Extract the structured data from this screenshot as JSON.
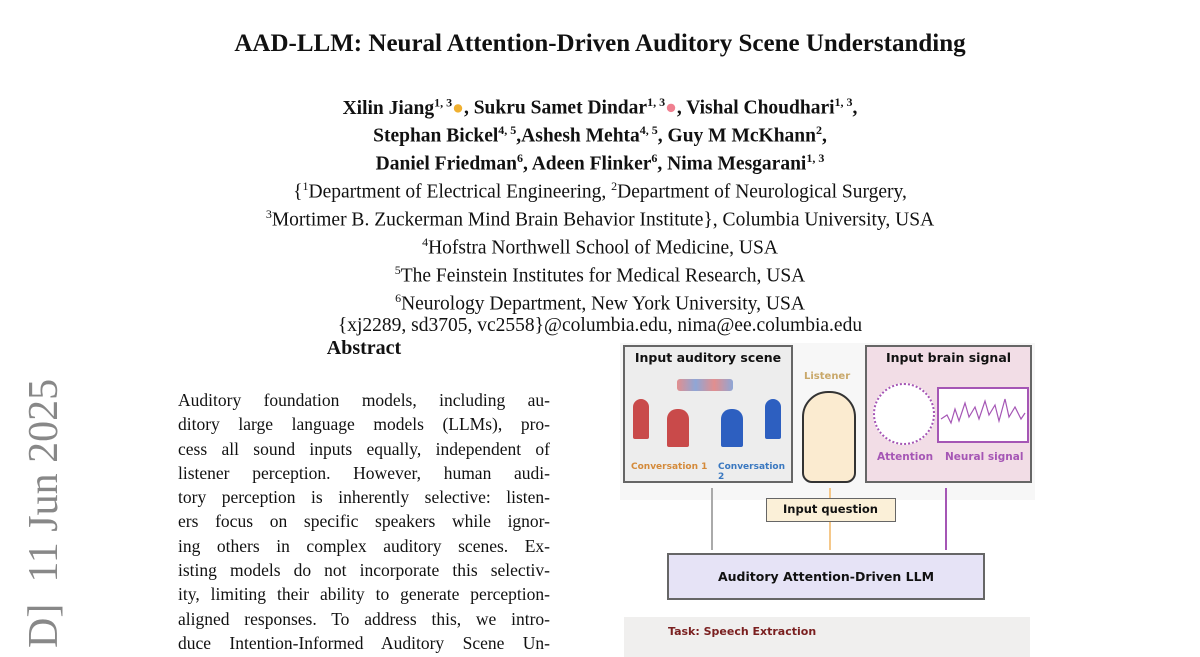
{
  "title": "AAD-LLM: Neural Attention-Driven Auditory Scene Understanding",
  "authors": {
    "line1": [
      {
        "name": "Xilin Jiang",
        "sup": "1, 3"
      },
      {
        "name": ", Sukru Samet Dindar",
        "sup": "1, 3"
      },
      {
        "name": ", Vishal Choudhari",
        "sup": "1, 3"
      },
      {
        "name": ",",
        "sup": ""
      }
    ],
    "line2": [
      {
        "name": "Stephan Bickel",
        "sup": "4, 5"
      },
      {
        "name": ",Ashesh Mehta",
        "sup": "4, 5"
      },
      {
        "name": ", Guy M McKhann",
        "sup": "2"
      },
      {
        "name": ",",
        "sup": ""
      }
    ],
    "line3": [
      {
        "name": "Daniel Friedman",
        "sup": "6"
      },
      {
        "name": ", Adeen Flinker",
        "sup": "6"
      },
      {
        "name": ", Nima Mesgarani",
        "sup": "1, 3"
      }
    ]
  },
  "affiliations": [
    {
      "pre": "{",
      "sup": "1",
      "text": "Department of Electrical Engineering, ",
      "sup2": "2",
      "text2": "Department of Neurological Surgery,"
    },
    {
      "pre": "",
      "sup": "3",
      "text": "Mortimer B. Zuckerman Mind Brain Behavior Institute}, Columbia University, USA",
      "sup2": "",
      "text2": ""
    },
    {
      "pre": "",
      "sup": "4",
      "text": "Hofstra Northwell School of Medicine, USA",
      "sup2": "",
      "text2": ""
    },
    {
      "pre": "",
      "sup": "5",
      "text": "The Feinstein Institutes for Medical Research, USA",
      "sup2": "",
      "text2": ""
    },
    {
      "pre": "",
      "sup": "6",
      "text": "Neurology Department, New York University, USA",
      "sup2": "",
      "text2": ""
    }
  ],
  "emails": "{xj2289, sd3705, vc2558}@columbia.edu, nima@ee.columbia.edu",
  "stamp": "D]  11 Jun 2025",
  "abstract": {
    "heading": "Abstract",
    "lines": [
      "Auditory foundation models, including au-",
      "ditory large language models (LLMs), pro-",
      "cess all sound inputs equally, independent of",
      "listener perception.  However, human audi-",
      "tory perception is inherently selective: listen-",
      "ers focus on specific speakers while ignor-",
      "ing others in complex auditory scenes.  Ex-",
      "isting models do not incorporate this selectiv-",
      "ity, limiting their ability to generate perception-",
      "aligned responses.  To address this, we intro-",
      "duce Intention-Informed Auditory Scene Un-"
    ]
  },
  "figure": {
    "scene_title": "Input auditory scene",
    "conv1": "Conversation 1",
    "conv2": "Conversation 2",
    "listener": "Listener",
    "brain_title": "Input brain signal",
    "attention": "Attention",
    "neural": "Neural signal",
    "question": "Input question",
    "llm": "Auditory Attention-Driven LLM",
    "task": "Task: Speech Extraction",
    "colors": {
      "scene_bg": "#ededed",
      "brain_bg": "#f2dde6",
      "purple": "#a556b5",
      "orange": "#d48a3a",
      "blue": "#3a78c0",
      "red": "#c94a4a",
      "llm_bg": "#e6e3f6",
      "question_bg": "#fbf0d8",
      "task": "#7a1f1f"
    }
  }
}
